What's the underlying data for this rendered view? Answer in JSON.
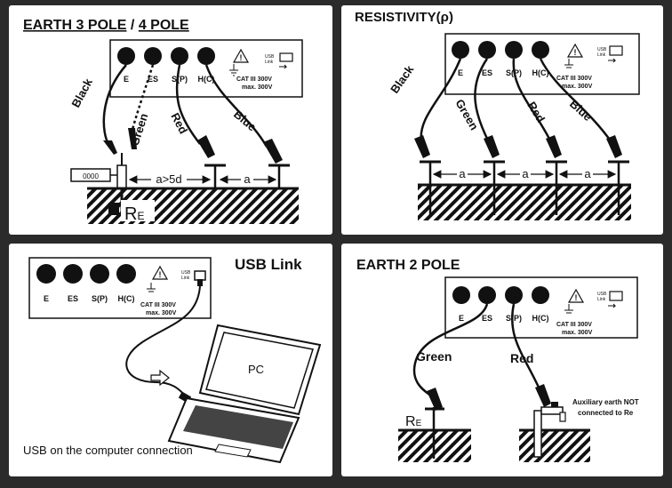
{
  "panels": {
    "earth34": {
      "title_a": "EARTH 3 POLE",
      "title_sep": " / ",
      "title_b": "4 POLE",
      "terminals": [
        "E",
        "ES",
        "S(P)",
        "H(C)"
      ],
      "usb_label_1": "USB",
      "usb_label_2": "Link",
      "cat_line_1": "CAT III 300V",
      "cat_line_2": "max. 300V",
      "wire_black": "Black",
      "wire_green": "Green",
      "wire_red": "Red",
      "wire_blue": "Blue",
      "meter_text": "0000",
      "dist_1": "a>5d",
      "dist_2": "a",
      "re_label": "R",
      "re_sub": "E"
    },
    "resistivity": {
      "title": "RESISTIVITY(ρ)",
      "terminals": [
        "E",
        "ES",
        "S(P)",
        "H(C)"
      ],
      "usb_label_1": "USB",
      "usb_label_2": "Link",
      "cat_line_1": "CAT III 300V",
      "cat_line_2": "max. 300V",
      "wire_black": "Black",
      "wire_green": "Green",
      "wire_red": "Red",
      "wire_blue": "Blue",
      "dist": "a"
    },
    "usb": {
      "title": "USB Link",
      "terminals": [
        "E",
        "ES",
        "S(P)",
        "H(C)"
      ],
      "usb_label_1": "USB",
      "usb_label_2": "Link",
      "cat_line_1": "CAT III 300V",
      "cat_line_2": "max. 300V",
      "pc_label": "PC",
      "caption": "USB on the computer connection"
    },
    "earth2": {
      "title": "EARTH 2 POLE",
      "terminals": [
        "E",
        "ES",
        "S(P)",
        "H(C)"
      ],
      "usb_label_1": "USB",
      "usb_label_2": "Link",
      "cat_line_1": "CAT III 300V",
      "cat_line_2": "max. 300V",
      "wire_green": "Green",
      "wire_red": "Red",
      "re_label": "R",
      "re_sub": "E",
      "aux_line_1": "Auxiliary earth NOT",
      "aux_line_2": "connected to Re"
    }
  }
}
